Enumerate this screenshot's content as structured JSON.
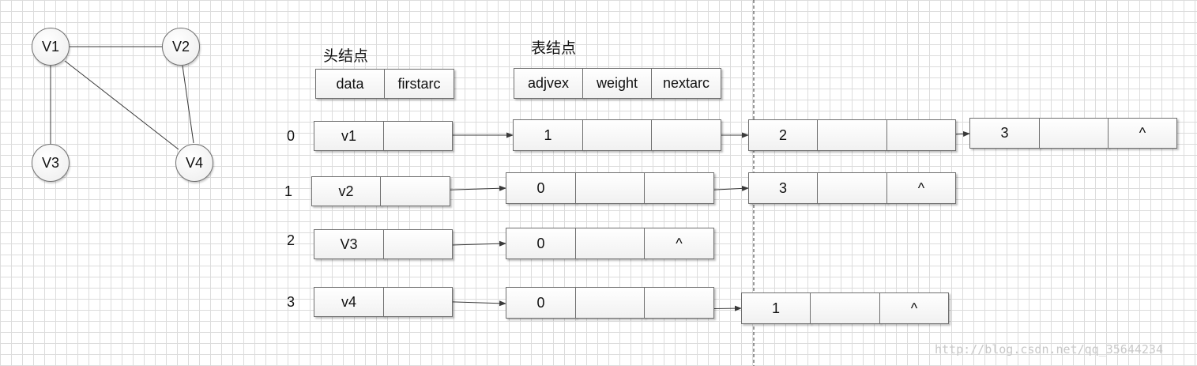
{
  "graph": {
    "nodes": [
      "V1",
      "V2",
      "V3",
      "V4"
    ]
  },
  "headers": {
    "head_node_title": "头结点",
    "arc_node_title": "表结点",
    "head_fields": [
      "data",
      "firstarc"
    ],
    "arc_fields": [
      "adjvex",
      "weight",
      "nextarc"
    ]
  },
  "rows": [
    {
      "index": "0",
      "vertex": "v1",
      "arcs": [
        {
          "adjvex": "1",
          "next": ""
        },
        {
          "adjvex": "2",
          "next": ""
        },
        {
          "adjvex": "3",
          "next": "^"
        }
      ]
    },
    {
      "index": "1",
      "vertex": "v2",
      "arcs": [
        {
          "adjvex": "0",
          "next": ""
        },
        {
          "adjvex": "3",
          "next": "^"
        }
      ]
    },
    {
      "index": "2",
      "vertex": "V3",
      "arcs": [
        {
          "adjvex": "0",
          "next": "^"
        }
      ]
    },
    {
      "index": "3",
      "vertex": "v4",
      "arcs": [
        {
          "adjvex": "0",
          "next": ""
        },
        {
          "adjvex": "1",
          "next": "^"
        }
      ]
    }
  ],
  "watermark": "http://blog.csdn.net/qq_35644234",
  "colors": {
    "grid": "#dcdcdc",
    "border": "#6f6f6f",
    "line": "#3a3a3a"
  }
}
